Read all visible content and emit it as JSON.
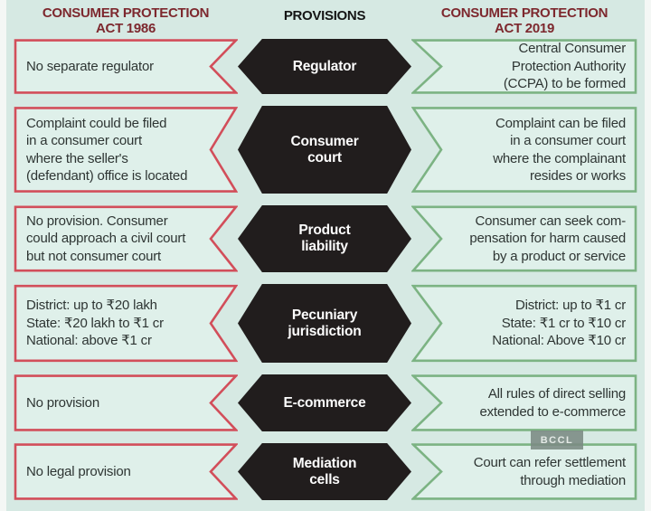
{
  "colors": {
    "accent_red": "#d24e5a",
    "accent_green": "#7cb383",
    "hex_black": "#211d1d",
    "header_red": "#7d282e",
    "body_text": "#2e3533",
    "box_fill": "#dff0ea",
    "page_bg": "#d6e9e3"
  },
  "header": {
    "left_title": "CONSUMER PROTECTION\nACT 1986",
    "center_title": "PROVISIONS",
    "right_title": "CONSUMER PROTECTION\nACT 2019"
  },
  "watermark": "BCCL",
  "rows": [
    {
      "provision": "Regulator",
      "act1986": "No separate regulator",
      "act2019": "Central Consumer\nProtection Authority\n(CCPA) to be formed"
    },
    {
      "provision": "Consumer\ncourt",
      "act1986": "Complaint could be filed\nin a consumer court\nwhere the seller's\n(defendant) office is located",
      "act2019": "Complaint can be filed\nin a consumer court\nwhere the complainant\nresides or works"
    },
    {
      "provision": "Product\nliability",
      "act1986": "No provision. Consumer\ncould approach a civil court\nbut not consumer court",
      "act2019": "Consumer can seek com-\npensation for harm caused\nby a product or service"
    },
    {
      "provision": "Pecuniary\njurisdiction",
      "act1986": "District: up to ₹20 lakh\nState: ₹20 lakh to ₹1 cr\nNational: above ₹1 cr",
      "act2019": "District: up to ₹1 cr\nState: ₹1 cr to ₹10 cr\nNational: Above ₹10 cr"
    },
    {
      "provision": "E-commerce",
      "act1986": "No provision",
      "act2019": "All rules of direct selling\nextended to e-commerce"
    },
    {
      "provision": "Mediation\ncells",
      "act1986": "No legal provision",
      "act2019": "Court can refer settlement\nthrough mediation"
    }
  ]
}
